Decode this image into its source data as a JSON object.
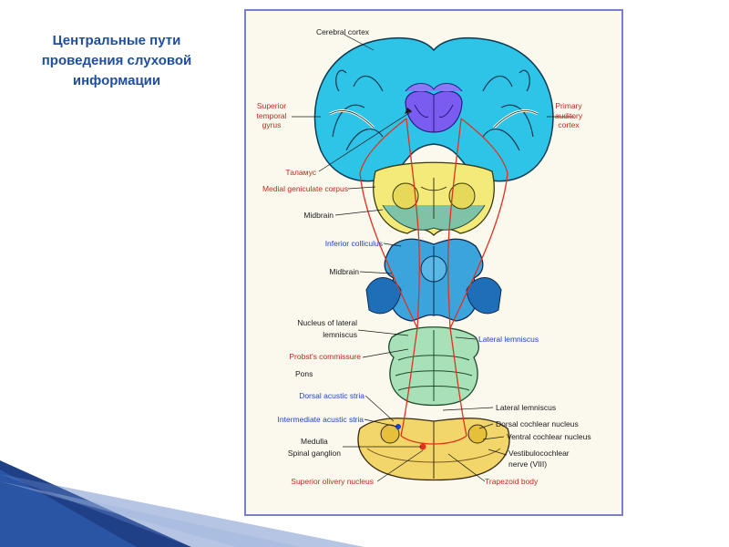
{
  "slide": {
    "title_lines": [
      "Центральные пути",
      "проведения слуховой",
      "информации"
    ]
  },
  "colors": {
    "title": "#1f4e9c",
    "frame_border": "#7b7fd0",
    "cortex": "#2ec4e8",
    "thalamus": "#7b5cf0",
    "midbrain_upper": "#f3ea7a",
    "midbrain_lower": "#3ca4dc",
    "pons": "#a8e0b8",
    "medulla": "#f3d66a",
    "pathway": "#e0321e"
  },
  "labels": {
    "cerebral_cortex": "Cerebral cortex",
    "superior_temporal_gyrus": [
      "Superior",
      "temporal",
      "gyrus"
    ],
    "primary_auditory_cortex": [
      "Primary",
      "auditory",
      "cortex"
    ],
    "talamus": "Таламус",
    "medial_geniculate_corpus": "Medial geniculate corpus",
    "midbrain_1": "Midbrain",
    "inferior_colliculus": "Inferior colliculus",
    "midbrain_2": "Midbrain",
    "nucleus_lateral_lemniscus": [
      "Nucleus of lateral",
      "lemniscus"
    ],
    "lateral_lemniscus_1": "Lateral lemniscus",
    "probsts_commissure": "Probst's commissure",
    "pons": "Pons",
    "dorsal_acustic_stria": "Dorsal acustic stria",
    "lateral_lemniscus_2": "Lateral lemniscus",
    "intermediate_acustic_stria": "Intermediate acustic stria",
    "dorsal_cochlear_nucleus": "Dorsal cochlear nucleus",
    "medulla": "Medulla",
    "ventral_cochlear_nucleus": "Ventral cochlear nucleus",
    "spinal_ganglion": "Spinal ganglion",
    "vestibulocochlear_nerve": [
      "Vestibulocochlear",
      "nerve (VIII)"
    ],
    "superior_olivery_nucleus": "Superior olivery nucleus",
    "trapezoid_body": "Trapezoid body"
  }
}
